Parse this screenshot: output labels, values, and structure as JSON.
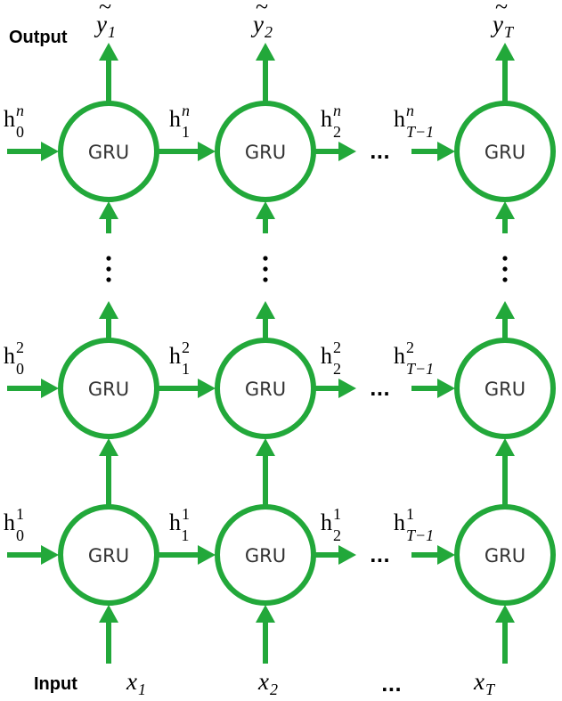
{
  "title_output": "Output",
  "title_input": "Input",
  "node_label": "GRU",
  "accent_color": "#22a83a",
  "outputs": [
    {
      "base": "y",
      "tilde": "~",
      "sub": "1"
    },
    {
      "base": "y",
      "tilde": "~",
      "sub": "2"
    },
    {
      "base": "y",
      "tilde": "~",
      "sub": "T"
    }
  ],
  "inputs": [
    {
      "base": "x",
      "sub": "1"
    },
    {
      "base": "x",
      "sub": "2"
    },
    {
      "base": "x",
      "sub": "T"
    }
  ],
  "ellipsis": "...",
  "layers": [
    {
      "name": "layer-n",
      "states": [
        {
          "base": "h",
          "sup": "n",
          "sub": "0"
        },
        {
          "base": "h",
          "sup": "n",
          "sub": "1"
        },
        {
          "base": "h",
          "sup": "n",
          "sub": "2"
        },
        {
          "base": "h",
          "sup": "n",
          "sub": "T−1"
        }
      ]
    },
    {
      "name": "layer-2",
      "states": [
        {
          "base": "h",
          "sup": "2",
          "sub": "0"
        },
        {
          "base": "h",
          "sup": "2",
          "sub": "1"
        },
        {
          "base": "h",
          "sup": "2",
          "sub": "2"
        },
        {
          "base": "h",
          "sup": "2",
          "sub": "T−1"
        }
      ]
    },
    {
      "name": "layer-1",
      "states": [
        {
          "base": "h",
          "sup": "1",
          "sub": "0"
        },
        {
          "base": "h",
          "sup": "1",
          "sub": "1"
        },
        {
          "base": "h",
          "sup": "1",
          "sub": "2"
        },
        {
          "base": "h",
          "sup": "1",
          "sub": "T−1"
        }
      ]
    }
  ]
}
